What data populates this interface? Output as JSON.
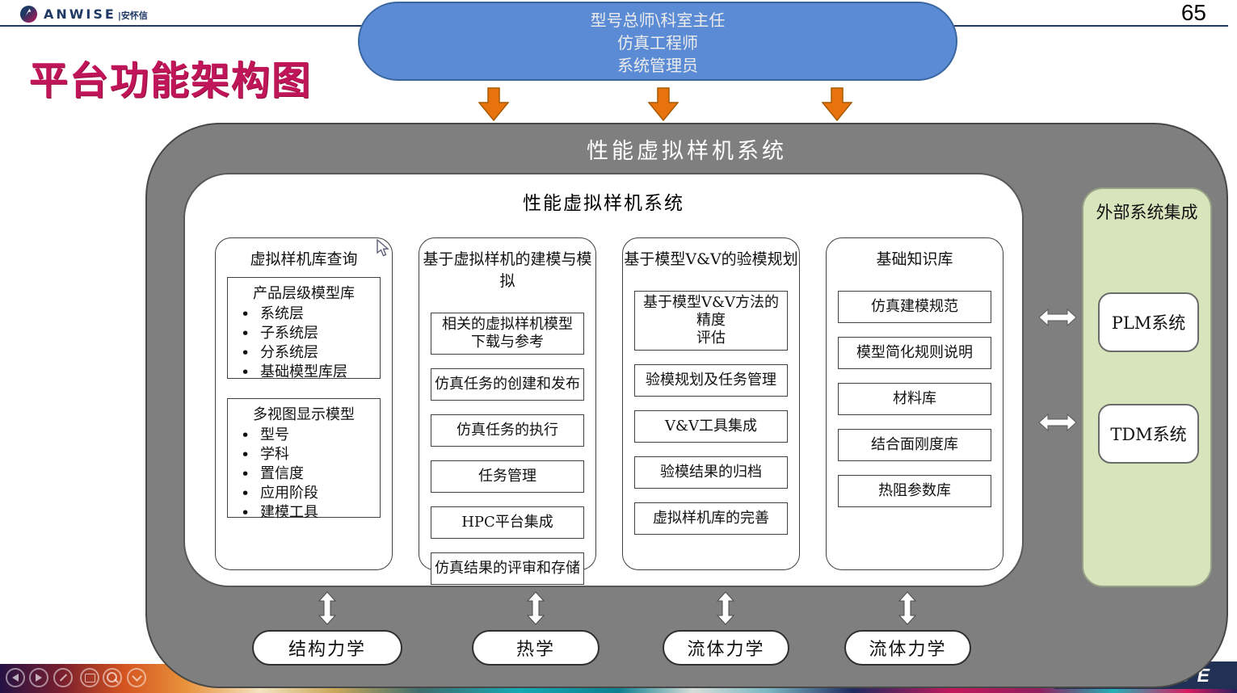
{
  "header": {
    "brand": "ANWISE",
    "brand_cn": "|安怀信",
    "page_number": "65",
    "title": "平台功能架构图"
  },
  "actors": {
    "lines": [
      "型号总师\\科室主任",
      "仿真工程师",
      "系统管理员"
    ]
  },
  "system": {
    "outer_title": "性能虚拟样机系统",
    "inner_title": "性能虚拟样机系统"
  },
  "columns": [
    {
      "header": "虚拟样机库查询",
      "groups": [
        {
          "title": "产品层级模型库",
          "bullets": [
            "系统层",
            "子系统层",
            "分系统层",
            "基础模型库层"
          ]
        },
        {
          "title": "多视图显示模型",
          "bullets": [
            "型号",
            "学科",
            "置信度",
            "应用阶段",
            "建模工具"
          ]
        }
      ]
    },
    {
      "header": "基于虚拟样机的建模与模拟",
      "items": [
        "相关的虚拟样机模型\n下载与参考",
        "仿真任务的创建和发布",
        "仿真任务的执行",
        "任务管理",
        "HPC平台集成",
        "仿真结果的评审和存储"
      ]
    },
    {
      "header": "基于模型V&V的验模规划",
      "items": [
        "基于模型V&V方法的精度\n评估",
        "验模规划及任务管理",
        "V&V工具集成",
        "验模结果的归档",
        "虚拟样机库的完善"
      ]
    },
    {
      "header": "基础知识库",
      "items": [
        "仿真建模规范",
        "模型简化规则说明",
        "材料库",
        "结合面刚度库",
        "热阻参数库"
      ]
    }
  ],
  "external": {
    "title": "外部系统集成",
    "systems": [
      "PLM系统",
      "TDM系统"
    ]
  },
  "disciplines": [
    "结构力学",
    "热学",
    "流体力学",
    "流体力学"
  ],
  "footer": {
    "watermark_fragment": "SE"
  },
  "icons": {
    "logo_mark": "anwise-circle-logo",
    "down_arrow": "orange-down-arrow",
    "horizontal_link": "white-double-arrow-horizontal",
    "vertical_link": "white-double-arrow-vertical",
    "pointer": "mouse-cursor",
    "strip_controls": [
      "previous",
      "play",
      "edit",
      "photo",
      "zoom",
      "more"
    ]
  },
  "colors": {
    "accent_blue": "#5B8BD5",
    "arrow_orange": "#E8720C",
    "container_gray": "#7F7F7F",
    "panel_green": "#D8E4BC",
    "title_crimson": "#C11559",
    "brand_navy": "#1F3864"
  }
}
